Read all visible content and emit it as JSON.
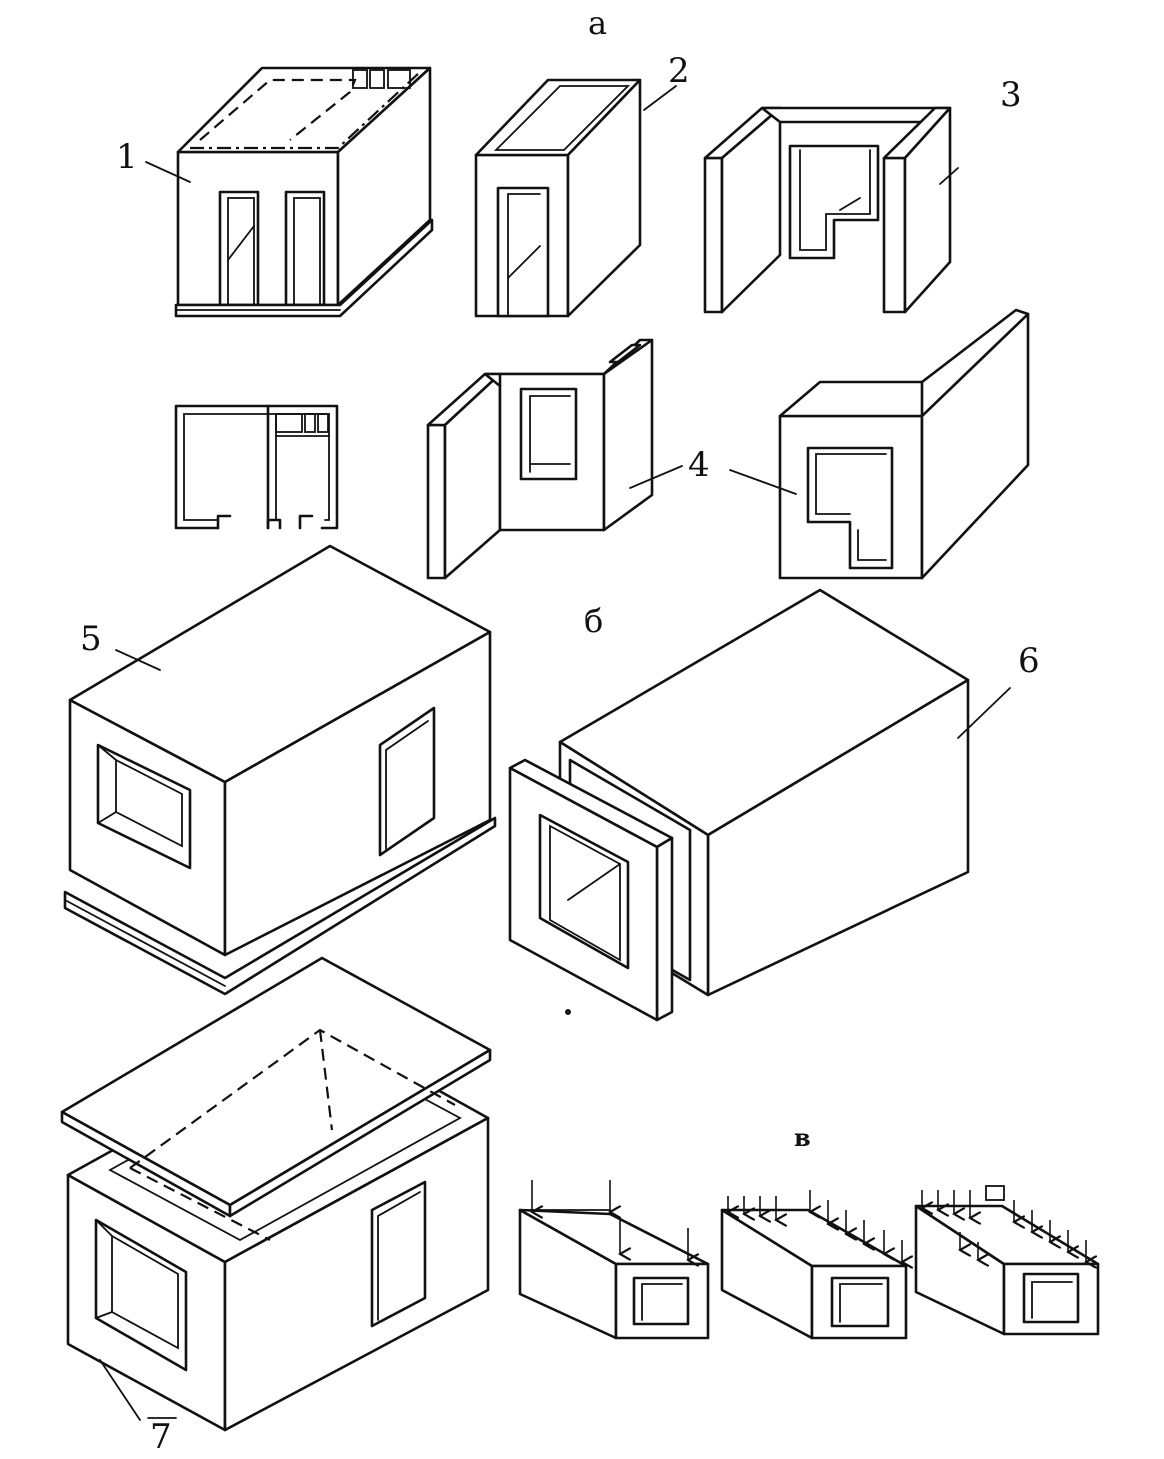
{
  "sections": {
    "a": "а",
    "b": "б",
    "c": "в"
  },
  "labels": {
    "l1": "1",
    "l2": "2",
    "l3": "3",
    "l4": "4",
    "l5": "5",
    "l6": "6",
    "l7": "7"
  }
}
